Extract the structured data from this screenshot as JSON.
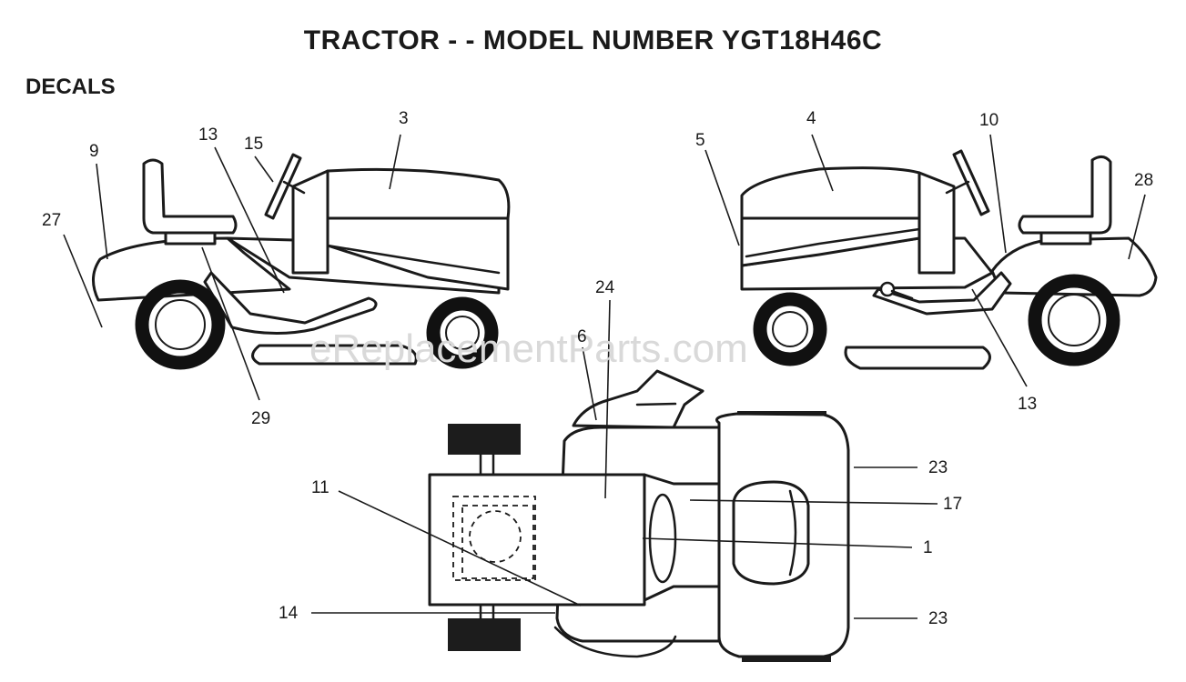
{
  "title": "TRACTOR - - MODEL NUMBER YGT18H46C",
  "section": "DECALS",
  "watermark": "eReplacementParts.com",
  "callouts": {
    "c3": "3",
    "c9": "9",
    "c13a": "13",
    "c15": "15",
    "c27": "27",
    "c29": "29",
    "c4": "4",
    "c5": "5",
    "c10": "10",
    "c28": "28",
    "c13b": "13",
    "c24": "24",
    "c6": "6",
    "c11": "11",
    "c14": "14",
    "c23a": "23",
    "c17": "17",
    "c1": "1",
    "c23b": "23"
  }
}
